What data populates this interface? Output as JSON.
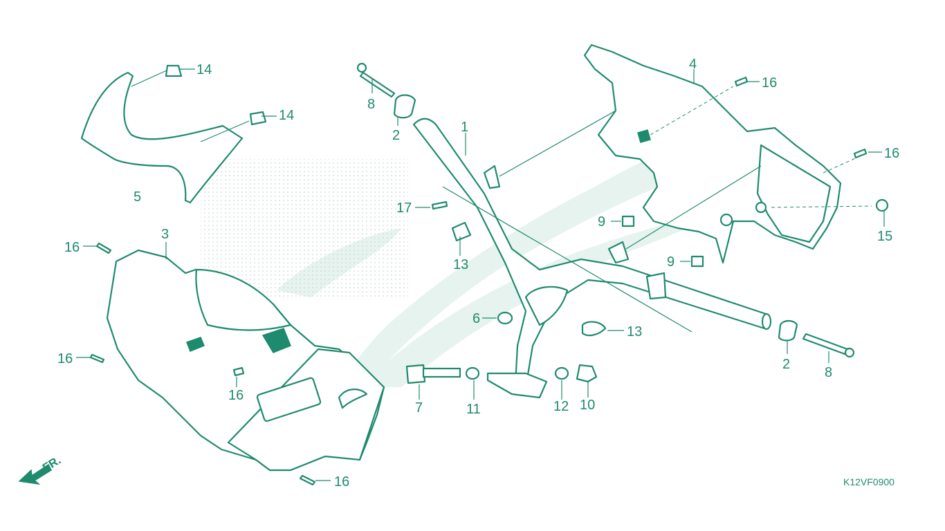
{
  "diagram": {
    "drawing_code": "K12VF0900",
    "direction_label": "FR.",
    "colors": {
      "line": "#1e8a6e",
      "watermark": "#e6f3ee",
      "background": "#ffffff"
    },
    "callouts": [
      {
        "id": "c1",
        "label": "1"
      },
      {
        "id": "c2a",
        "label": "2"
      },
      {
        "id": "c2b",
        "label": "2"
      },
      {
        "id": "c3",
        "label": "3"
      },
      {
        "id": "c4",
        "label": "4"
      },
      {
        "id": "c5",
        "label": "5"
      },
      {
        "id": "c6",
        "label": "6"
      },
      {
        "id": "c7",
        "label": "7"
      },
      {
        "id": "c8a",
        "label": "8"
      },
      {
        "id": "c8b",
        "label": "8"
      },
      {
        "id": "c9a",
        "label": "9"
      },
      {
        "id": "c9b",
        "label": "9"
      },
      {
        "id": "c10",
        "label": "10"
      },
      {
        "id": "c11",
        "label": "11"
      },
      {
        "id": "c12",
        "label": "12"
      },
      {
        "id": "c13a",
        "label": "13"
      },
      {
        "id": "c13b",
        "label": "13"
      },
      {
        "id": "c14a",
        "label": "14"
      },
      {
        "id": "c14b",
        "label": "14"
      },
      {
        "id": "c15",
        "label": "15"
      },
      {
        "id": "c16a",
        "label": "16"
      },
      {
        "id": "c16b",
        "label": "16"
      },
      {
        "id": "c16c",
        "label": "16"
      },
      {
        "id": "c16d",
        "label": "16"
      },
      {
        "id": "c16e",
        "label": "16"
      },
      {
        "id": "c16f",
        "label": "16"
      },
      {
        "id": "c17",
        "label": "17"
      }
    ]
  }
}
